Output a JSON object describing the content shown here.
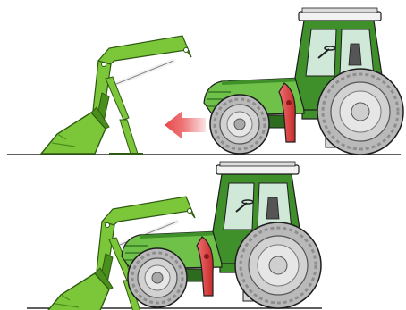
{
  "colors": {
    "background": "#ffffff",
    "ground": "#2a2a2a",
    "loader_green": "#7cc63a",
    "loader_green_dark": "#4a8f1c",
    "loader_outline": "#2e5a12",
    "tractor_green": "#3f8f2a",
    "tractor_green_light": "#6fc14a",
    "cab_white": "#f2f2f2",
    "glass": "#cfe8d8",
    "tire": "#bdbdbd",
    "tire_dark": "#8a8a8a",
    "hub": "#e6e6e6",
    "bracket_red": "#e0403a",
    "arrow_red": "#e8484a",
    "outline": "#1e1e1e"
  },
  "panels": [
    {
      "name": "top-panel",
      "state": "detached",
      "arrow": "left"
    },
    {
      "name": "bottom-panel",
      "state": "attached",
      "arrow": "none"
    }
  ],
  "icons": {
    "arrow": "move-left-arrow-icon",
    "loader": "front-loader-icon",
    "tractor": "tractor-icon"
  }
}
